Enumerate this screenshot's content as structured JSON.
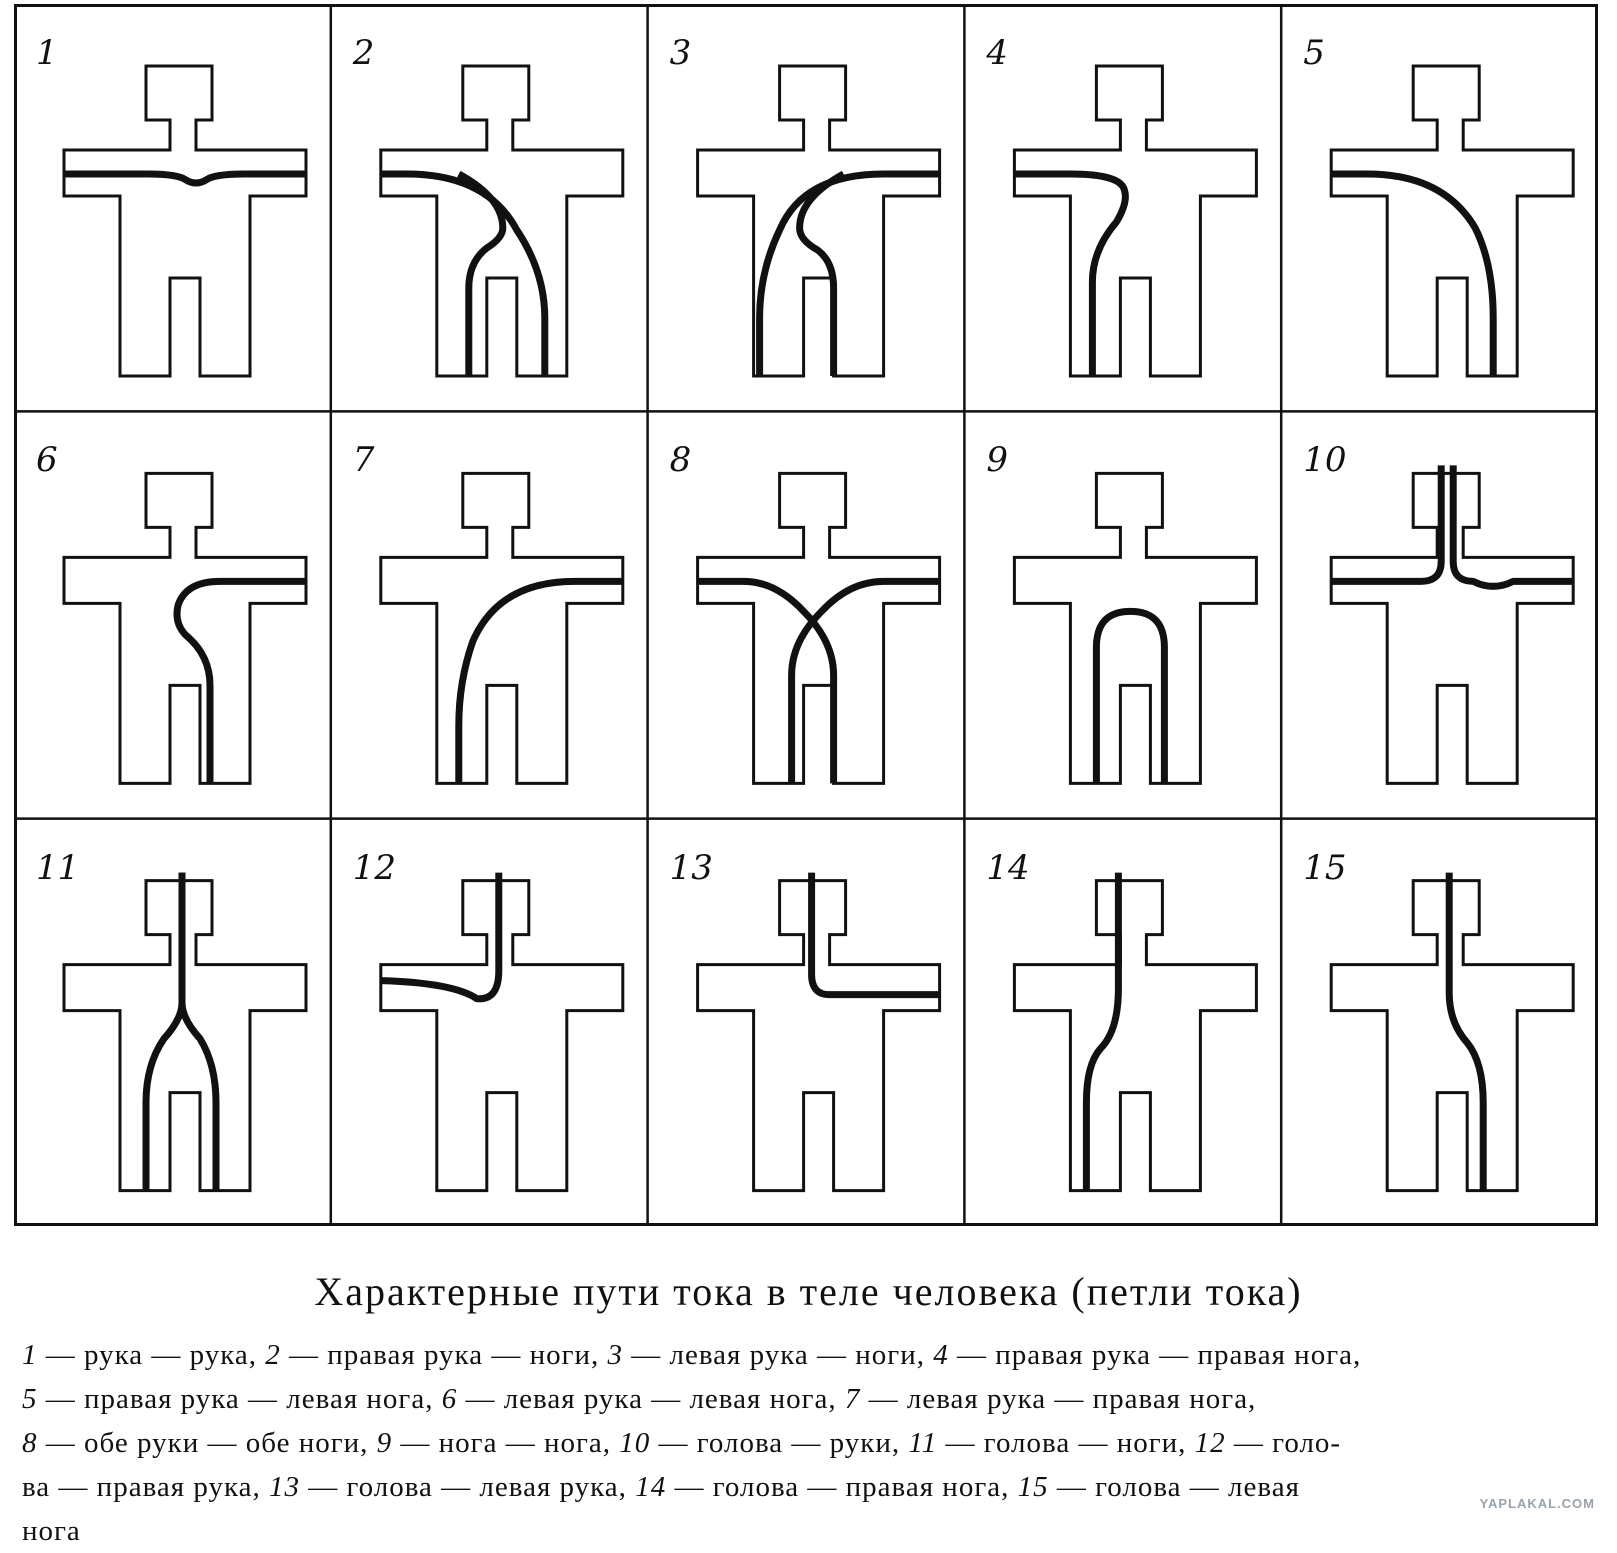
{
  "figure": {
    "panels": [
      {
        "num": "1",
        "path": "рука — рука"
      },
      {
        "num": "2",
        "path": "правая рука — ноги"
      },
      {
        "num": "3",
        "path": "левая рука — ноги"
      },
      {
        "num": "4",
        "path": "правая рука — правая нога"
      },
      {
        "num": "5",
        "path": "правая рука — левая нога"
      },
      {
        "num": "6",
        "path": "левая рука — левая нога"
      },
      {
        "num": "7",
        "path": "левая рука — правая нога"
      },
      {
        "num": "8",
        "path": "обе руки — обе ноги"
      },
      {
        "num": "9",
        "path": "нога — нога"
      },
      {
        "num": "10",
        "path": "голова — руки"
      },
      {
        "num": "11",
        "path": "голова — ноги"
      },
      {
        "num": "12",
        "path": "голова — правая рука"
      },
      {
        "num": "13",
        "path": "голова — левая рука"
      },
      {
        "num": "14",
        "path": "голова — правая нога"
      },
      {
        "num": "15",
        "path": "голова — левая нога"
      }
    ],
    "title": "Характерные пути тока в теле человека (петли тока)",
    "legend_lines": [
      [
        {
          "n": "1",
          "t": " — рука — рука, "
        },
        {
          "n": "2",
          "t": " — правая рука — ноги, "
        },
        {
          "n": "3",
          "t": " — левая рука — ноги, "
        },
        {
          "n": "4",
          "t": " — правая рука — правая нога,"
        }
      ],
      [
        {
          "n": "5",
          "t": " — правая рука — левая нога, "
        },
        {
          "n": "6",
          "t": " — левая рука — левая нога, "
        },
        {
          "n": "7",
          "t": " — левая рука — правая нога,"
        }
      ],
      [
        {
          "n": "8",
          "t": " — обе руки — обе ноги, "
        },
        {
          "n": "9",
          "t": " — нога — нога, "
        },
        {
          "n": "10",
          "t": " — голова — руки, "
        },
        {
          "n": "11",
          "t": " — голова — ноги, "
        },
        {
          "n": "12",
          "t": " — голо-"
        }
      ],
      [
        {
          "n": "",
          "t": "ва — правая рука, "
        },
        {
          "n": "13",
          "t": " — голова — левая рука, "
        },
        {
          "n": "14",
          "t": " — голова — правая нога, "
        },
        {
          "n": "15",
          "t": " — голова — левая"
        }
      ],
      [
        {
          "n": "",
          "t": "нога"
        }
      ]
    ],
    "watermark": "YAPLAKAL.COM",
    "colors": {
      "ink": "#111111",
      "background": "#ffffff"
    }
  }
}
